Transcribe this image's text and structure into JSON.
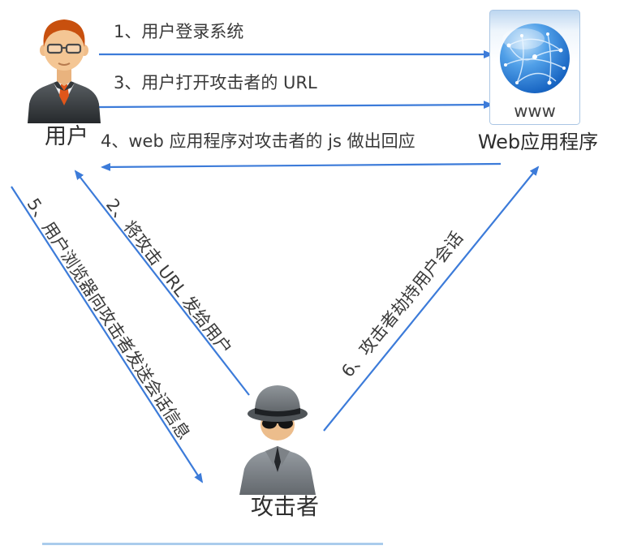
{
  "colors": {
    "arrow": "#3c7bd9",
    "label_text": "#3a3a3a",
    "node_label_text": "#2e2e2e",
    "divider": "#aaccec"
  },
  "nodes": {
    "user": {
      "label": "用户"
    },
    "webapp": {
      "label": "Web应用程序",
      "badge": "www"
    },
    "attacker": {
      "label": "攻击者"
    }
  },
  "arrows": {
    "a1": {
      "label": "1、用户登录系统",
      "from": "user",
      "to": "webapp"
    },
    "a2": {
      "label": "2、将攻击 URL 发给用户",
      "from": "attacker",
      "to": "user"
    },
    "a3": {
      "label": "3、用户打开攻击者的 URL",
      "from": "user",
      "to": "webapp"
    },
    "a4": {
      "label": "4、web 应用程序对攻击者的 js 做出回应",
      "from": "webapp",
      "to": "user"
    },
    "a5": {
      "label": "5、用户浏览器向攻击者发送会话信息",
      "from": "user",
      "to": "attacker"
    },
    "a6": {
      "label": "6、攻击者劫持用户会话",
      "from": "attacker",
      "to": "webapp"
    }
  }
}
